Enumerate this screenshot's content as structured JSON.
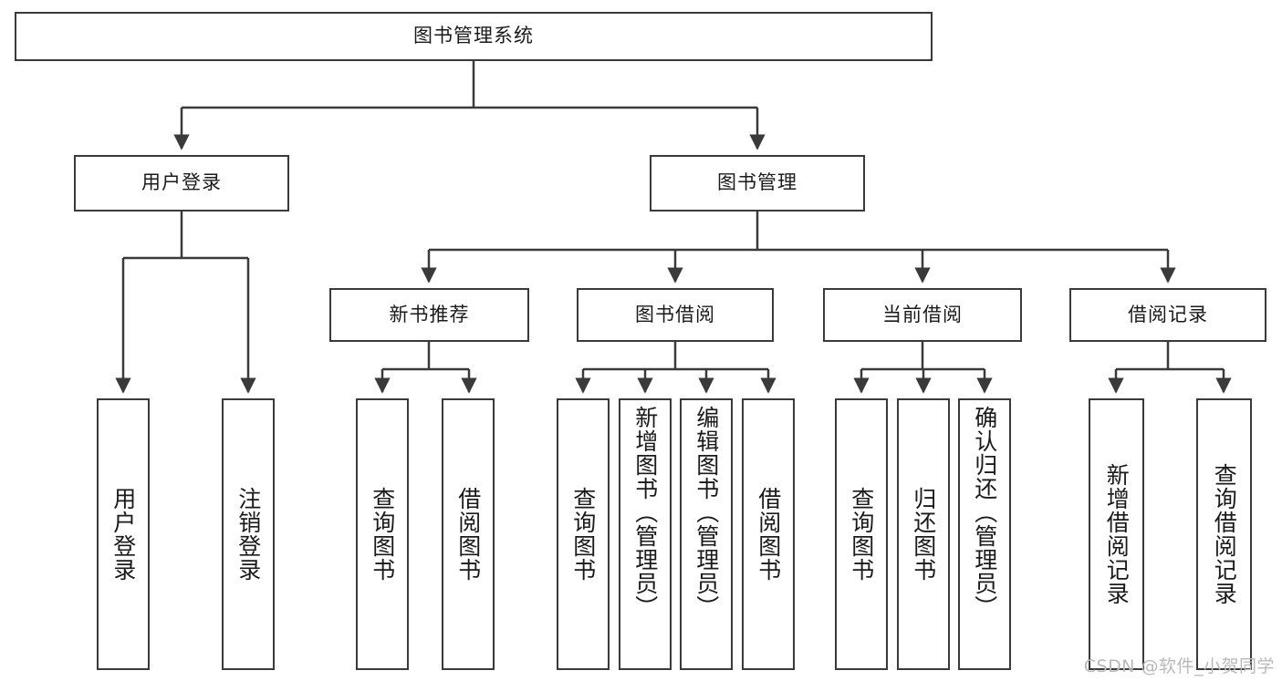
{
  "diagram": {
    "title": "图书管理系统",
    "type": "function-hierarchy-tree",
    "watermark": "CSDN @软件_小贺同学",
    "colors": {
      "box_border": "#3a3a3a",
      "box_fill": "#ffffff",
      "connector": "#3a3a3a",
      "text": "#1a1a1a",
      "watermark": "#b9b9b9",
      "background": "#ffffff"
    },
    "nodes": {
      "root": {
        "label": "图书管理系统"
      },
      "level2": [
        {
          "id": "user-login",
          "label": "用户登录"
        },
        {
          "id": "book-manage",
          "label": "图书管理"
        }
      ],
      "level3": [
        {
          "id": "new-book-recommend",
          "label": "新书推荐"
        },
        {
          "id": "book-borrow",
          "label": "图书借阅"
        },
        {
          "id": "current-borrow",
          "label": "当前借阅"
        },
        {
          "id": "borrow-record",
          "label": "借阅记录"
        }
      ],
      "leaves": {
        "user-login": [
          {
            "id": "leaf-user-login",
            "label": "用户登录"
          },
          {
            "id": "leaf-logout-login",
            "label": "注销登录"
          }
        ],
        "new-book-recommend": [
          {
            "id": "leaf-query-book-1",
            "label": "查询图书"
          },
          {
            "id": "leaf-borrow-book-1",
            "label": "借阅图书"
          }
        ],
        "book-borrow": [
          {
            "id": "leaf-query-book-2",
            "label": "查询图书"
          },
          {
            "id": "leaf-add-book",
            "label": "新增图书（管理员）"
          },
          {
            "id": "leaf-edit-book",
            "label": "编辑图书（管理员）"
          },
          {
            "id": "leaf-borrow-book-2",
            "label": "借阅图书"
          }
        ],
        "current-borrow": [
          {
            "id": "leaf-query-book-3",
            "label": "查询图书"
          },
          {
            "id": "leaf-return-book",
            "label": "归还图书"
          },
          {
            "id": "leaf-confirm-return",
            "label": "确认归还（管理员）"
          }
        ],
        "borrow-record": [
          {
            "id": "leaf-add-record",
            "label": "新增借阅记录"
          },
          {
            "id": "leaf-query-record",
            "label": "查询借阅记录"
          }
        ]
      }
    }
  }
}
